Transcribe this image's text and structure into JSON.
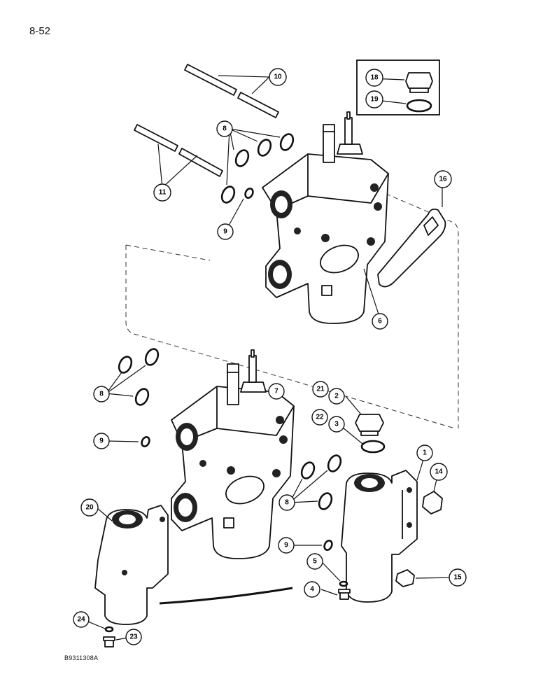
{
  "page_number": "8-52",
  "figure_code": "B9311308A",
  "callouts": [
    {
      "label": "1"
    },
    {
      "label": "2"
    },
    {
      "label": "3"
    },
    {
      "label": "4"
    },
    {
      "label": "5"
    },
    {
      "label": "6"
    },
    {
      "label": "7"
    },
    {
      "label": "8"
    },
    {
      "label": "8"
    },
    {
      "label": "8"
    },
    {
      "label": "9"
    },
    {
      "label": "9"
    },
    {
      "label": "9"
    },
    {
      "label": "10"
    },
    {
      "label": "11"
    },
    {
      "label": "14"
    },
    {
      "label": "15"
    },
    {
      "label": "16"
    },
    {
      "label": "18"
    },
    {
      "label": "19"
    },
    {
      "label": "20"
    },
    {
      "label": "21"
    },
    {
      "label": "22"
    },
    {
      "label": "23"
    },
    {
      "label": "24"
    }
  ]
}
